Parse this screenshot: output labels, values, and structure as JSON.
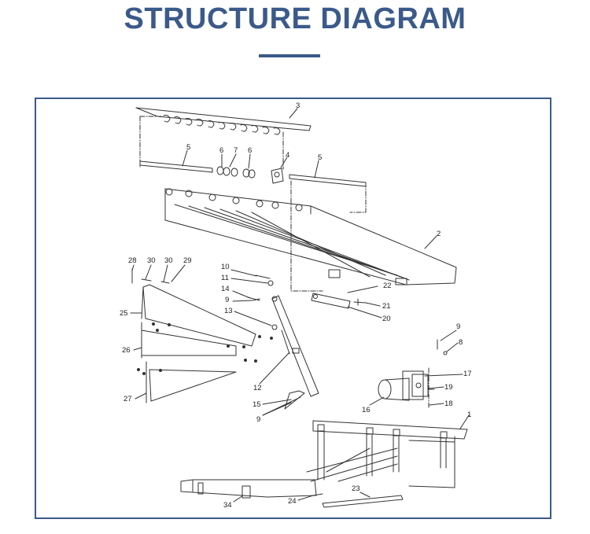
{
  "page": {
    "title": "STRUCTURE DIAGRAM",
    "accent_color": "#3b5a8a"
  },
  "diagram": {
    "callouts": [
      {
        "id": "c3",
        "text": "3"
      },
      {
        "id": "c5a",
        "text": "5"
      },
      {
        "id": "c6a",
        "text": "6"
      },
      {
        "id": "c7",
        "text": "7"
      },
      {
        "id": "c6b",
        "text": "6"
      },
      {
        "id": "c4",
        "text": "4"
      },
      {
        "id": "c5b",
        "text": "5"
      },
      {
        "id": "c2",
        "text": "2"
      },
      {
        "id": "c28",
        "text": "28"
      },
      {
        "id": "c30a",
        "text": "30"
      },
      {
        "id": "c30b",
        "text": "30"
      },
      {
        "id": "c29",
        "text": "29"
      },
      {
        "id": "c10",
        "text": "10"
      },
      {
        "id": "c11",
        "text": "11"
      },
      {
        "id": "c22",
        "text": "22"
      },
      {
        "id": "c14",
        "text": "14"
      },
      {
        "id": "c9a",
        "text": "9"
      },
      {
        "id": "c21",
        "text": "21"
      },
      {
        "id": "c13",
        "text": "13"
      },
      {
        "id": "c20",
        "text": "20"
      },
      {
        "id": "c25",
        "text": "25"
      },
      {
        "id": "c9b",
        "text": "9"
      },
      {
        "id": "c8",
        "text": "8"
      },
      {
        "id": "c26",
        "text": "26"
      },
      {
        "id": "c17",
        "text": "17"
      },
      {
        "id": "c19",
        "text": "19"
      },
      {
        "id": "c12",
        "text": "12"
      },
      {
        "id": "c18",
        "text": "18"
      },
      {
        "id": "c27",
        "text": "27"
      },
      {
        "id": "c15",
        "text": "15"
      },
      {
        "id": "c16",
        "text": "16"
      },
      {
        "id": "c9c",
        "text": "9"
      },
      {
        "id": "c1",
        "text": "1"
      },
      {
        "id": "c23",
        "text": "23"
      },
      {
        "id": "c24",
        "text": "24"
      },
      {
        "id": "c34",
        "text": "34"
      }
    ]
  }
}
